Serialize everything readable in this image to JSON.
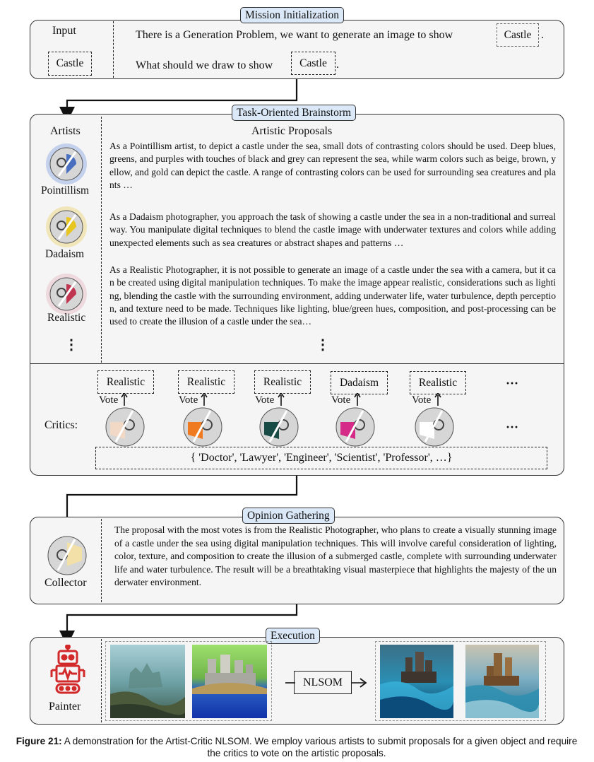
{
  "mission": {
    "tag": "Mission Initialization",
    "input_label": "Input",
    "input_object": "Castle",
    "line1": "There is a Generation Problem, we want to generate an image to show",
    "line2": "What should we draw to show",
    "period": "."
  },
  "brainstorm": {
    "tag": "Task-Oriented Brainstorm",
    "artists_label": "Artists",
    "proposals_title": "Artistic Proposals",
    "artists": [
      {
        "name": "Pointillism",
        "color": "#4a6fc0",
        "glow": "#9bb3e6"
      },
      {
        "name": "Dadaism",
        "color": "#e8c620",
        "glow": "#efe0a0"
      },
      {
        "name": "Realistic",
        "color": "#c03550",
        "glow": "#e9c7cf"
      }
    ],
    "proposals": [
      "As a Pointillism artist, to depict a castle under the sea, small dots of contrasting colors should be used. Deep blues, greens, and purples with touches of black and grey can represent the sea, while warm colors such as beige, brown, yellow, and gold can depict the castle. A range of contrasting colors can be used for surrounding sea creatures and plants …",
      "As a Dadaism photographer, you approach the task of showing a castle under the sea in a non-traditional and surreal way. You manipulate digital techniques to blend the castle image with underwater textures and colors while adding unexpected elements such as sea creatures or abstract shapes and patterns …",
      "As a Realistic Photographer, it is not possible to generate an image of a castle under the sea with a camera, but it can be created using digital manipulation techniques. To make the image appear realistic, considerations such as lighting, blending the castle with the surrounding environment, adding underwater life, water turbulence, depth perception, and texture need to be made. Techniques like lighting, blue/green hues, composition, and post-processing can be used to create the illusion of a castle under the sea…"
    ],
    "ellipsis": "⋮"
  },
  "critics": {
    "label": "Critics:",
    "vote_label": "Vote",
    "votes": [
      {
        "choice": "Realistic",
        "color": "#f1d9c6"
      },
      {
        "choice": "Realistic",
        "color": "#f07a1f"
      },
      {
        "choice": "Realistic",
        "color": "#184a46"
      },
      {
        "choice": "Dadaism",
        "color": "#d62a88"
      },
      {
        "choice": "Realistic",
        "color": "#ffffff"
      }
    ],
    "more": "···",
    "roles": "{ 'Doctor', 'Lawyer', 'Engineer', 'Scientist', 'Professor', …}"
  },
  "opinion": {
    "tag": "Opinion Gathering",
    "collector_label": "Collector",
    "collector_color": "#f3e0a8",
    "text": "The proposal with the most votes is from the Realistic Photographer, who plans to create a visually stunning image of a castle under the sea using digital manipulation techniques. This will involve careful consideration of lighting, color, texture, and composition to create the illusion of a submerged castle, complete with surrounding underwater life and water turbulence. The result will be a breathtaking visual masterpiece that highlights the majesty of the underwater environment."
  },
  "execution": {
    "tag": "Execution",
    "painter_label": "Painter",
    "robot_color": "#d22a2a",
    "model_label": "NLSOM"
  },
  "caption": {
    "label": "Figure 21:",
    "text": "A demonstration for the Artist-Critic NLSOM. We employ various artists to submit proposals for a given object and require the critics to vote on the artistic proposals."
  }
}
